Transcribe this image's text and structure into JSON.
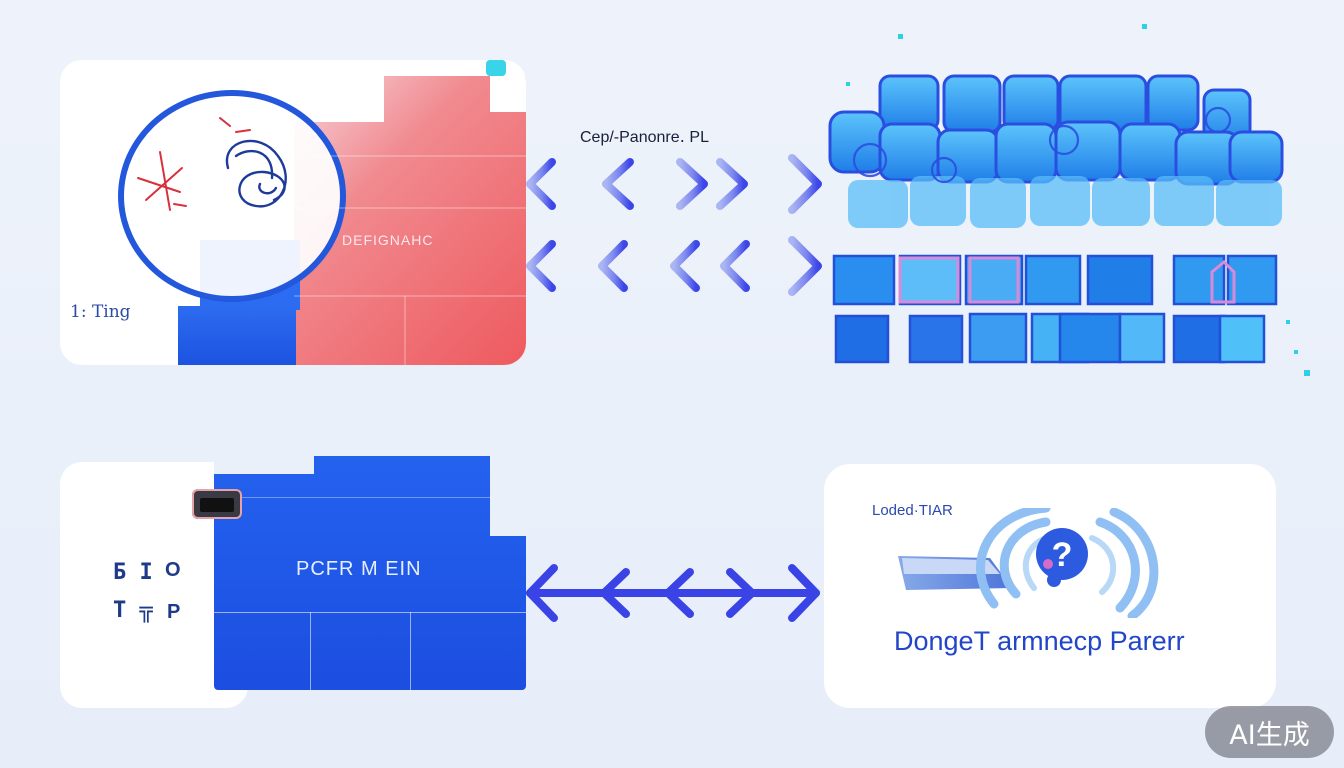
{
  "top_left": {
    "overlay_label": "1: Ting",
    "red_panel_label": "DEFIGNAHC"
  },
  "middle": {
    "label": "Cep/-Panonre․ PL"
  },
  "bottom_left": {
    "panel_label": "PCFR M EIN",
    "glyph_row1": "Б І",
    "glyph_row2": "Т ╦",
    "letter_o": "O",
    "letter_p": "P"
  },
  "bottom_right": {
    "small_label": "Loded·TIAR",
    "title": "DongeT armnecp Parerr"
  },
  "badge": {
    "text": "AI生成"
  },
  "colors": {
    "accent_blue": "#2458dc",
    "arrow_blue": "#3b45e8",
    "red_panel": "#ee5a5f",
    "cube_blue": "#2f9af0"
  },
  "icons": {
    "arrows": "double-headed-arrow-icon",
    "cubes": "cube-cluster-icon",
    "question": "question-mark-icon"
  }
}
